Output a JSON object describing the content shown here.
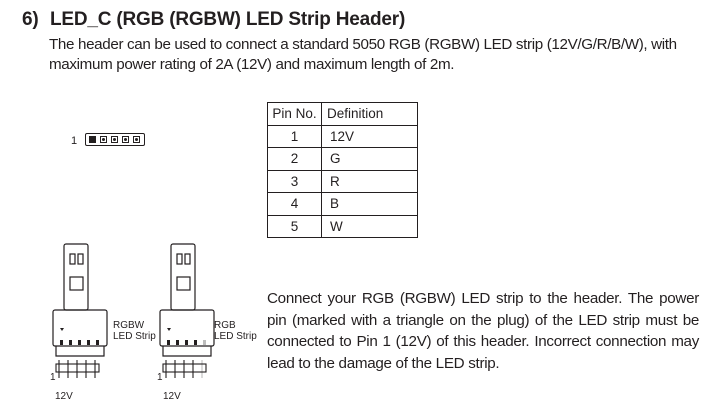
{
  "section": {
    "number": "6)",
    "title": "LED_C (RGB (RGBW) LED Strip Header)",
    "description": "The header can be used to connect a standard 5050 RGB (RGBW) LED strip (12V/G/R/B/W), with maximum power rating of 2A (12V) and maximum length of 2m."
  },
  "header_diagram": {
    "pin1_label": "1"
  },
  "pin_table": {
    "headers": [
      "Pin No.",
      "Definition"
    ],
    "rows": [
      [
        "1",
        "12V"
      ],
      [
        "2",
        "G"
      ],
      [
        "3",
        "R"
      ],
      [
        "4",
        "B"
      ],
      [
        "5",
        "W"
      ]
    ]
  },
  "strip_diagrams": [
    {
      "strip_label": "RGBW\nLED Strip",
      "pin1_label": "1",
      "voltage_label": "12V"
    },
    {
      "strip_label": "RGB\nLED Strip",
      "pin1_label": "1",
      "voltage_label": "12V"
    }
  ],
  "connection_note": "Connect your RGB (RGBW) LED strip to the header. The power pin (marked with a triangle on the plug) of the LED strip must be connected to Pin 1 (12V) of this header. Incorrect connection may lead to the damage of the LED strip."
}
